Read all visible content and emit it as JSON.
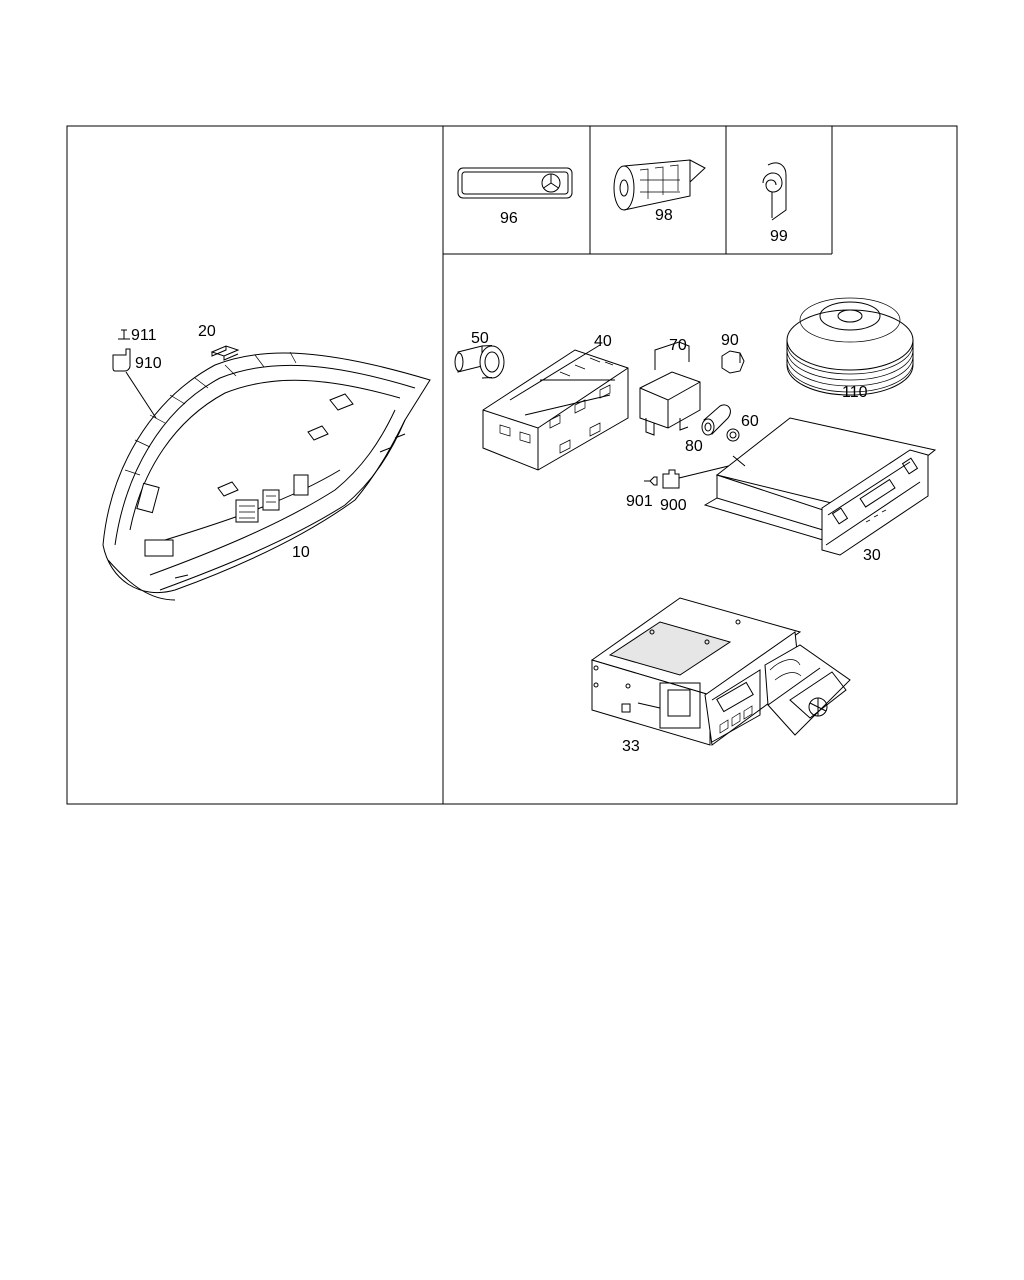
{
  "labels": {
    "p10": "10",
    "p20": "20",
    "p910": "910",
    "p911": "911",
    "p96": "96",
    "p98": "98",
    "p99": "99",
    "p50": "50",
    "p40": "40",
    "p70": "70",
    "p90": "90",
    "p110": "110",
    "p60": "60",
    "p80": "80",
    "p901": "901",
    "p900": "900",
    "p30": "30",
    "p33": "33"
  },
  "icons": {
    "brand_star": "three-pointed-star-icon"
  },
  "colors": {
    "line": "#000000",
    "background": "#ffffff"
  }
}
